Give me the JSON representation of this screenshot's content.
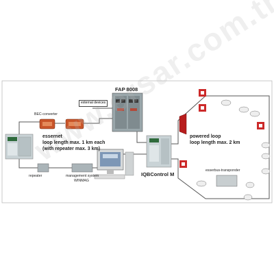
{
  "labels": {
    "fap": "FAP 8008",
    "external_devices": "external devices",
    "bec_converter": "BEC-converter",
    "essernet_line1": "essernet",
    "essernet_line2": "loop length max. 1 km each",
    "essernet_line3": "(with repeater max. 3 km)",
    "repeater": "repeater",
    "management_line1": "management system",
    "management_line2": "WINMAG",
    "iqbcontrol": "IQBControl M",
    "powered_loop_line1": "powered loop",
    "powered_loop_line2": "loop length max. 2 km",
    "esserbus_transponder": "esserbus-transponder"
  },
  "watermark": "www.ersar.com.tr",
  "colors": {
    "line": "#555555",
    "panel": "#c9d3d6",
    "callpoint_red": "#cc2a2a",
    "sounder_red": "#b81d1d",
    "converter_orange": "#c9552a",
    "border": "#999999"
  }
}
